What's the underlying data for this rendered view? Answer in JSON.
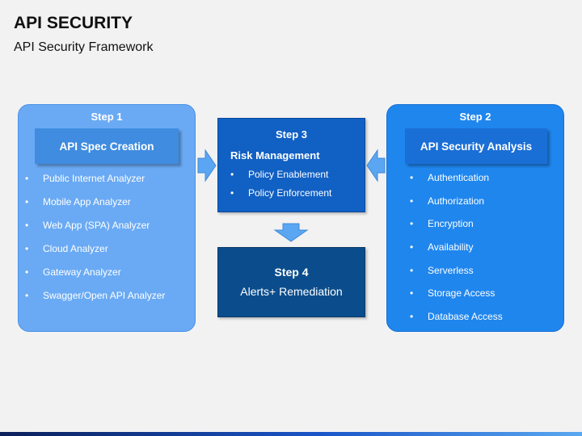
{
  "title": "API SECURITY",
  "subtitle": "API Security Framework",
  "colors": {
    "background": "#f2f2f2",
    "step1_panel": "#6aaaf4",
    "step2_panel": "#1f86ee",
    "step3_box": "#1160c4",
    "step4_box": "#0b4d8c",
    "arrow": "#5aa6f2"
  },
  "step1": {
    "label": "Step 1",
    "heading": "API Spec Creation",
    "items": [
      "Public Internet Analyzer",
      "Mobile App Analyzer",
      "Web App (SPA) Analyzer",
      "Cloud Analyzer",
      "Gateway Analyzer",
      "Swagger/Open API Analyzer"
    ]
  },
  "step2": {
    "label": "Step 2",
    "heading": "API Security Analysis",
    "items": [
      "Authentication",
      "Authorization",
      "Encryption",
      "Availability",
      "Serverless",
      "Storage Access",
      "Database Access"
    ]
  },
  "step3": {
    "label": "Step 3",
    "heading": "Risk Management",
    "items": [
      "Policy Enablement",
      "Policy Enforcement"
    ]
  },
  "step4": {
    "label": "Step 4",
    "heading": "Alerts+ Remediation"
  }
}
